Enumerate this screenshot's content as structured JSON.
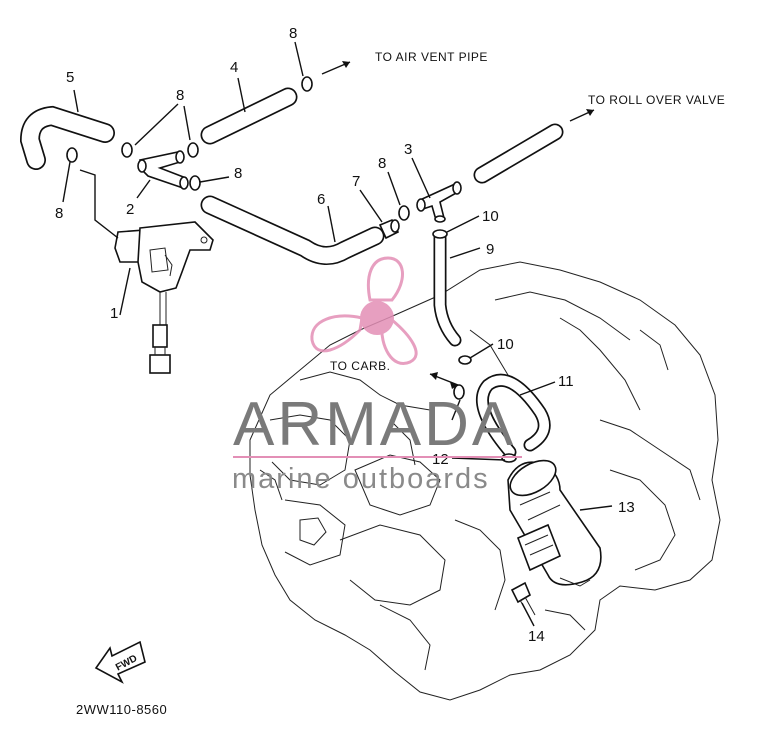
{
  "diagram": {
    "callouts": {
      "c1": "1",
      "c2": "2",
      "c3": "3",
      "c4": "4",
      "c5": "5",
      "c6": "6",
      "c7": "7",
      "c8a": "8",
      "c8b": "8",
      "c8c": "8",
      "c8d": "8",
      "c8e": "8",
      "c9": "9",
      "c10a": "10",
      "c10b": "10",
      "c11": "11",
      "c12": "12",
      "c13": "13",
      "c14": "14"
    },
    "notes": {
      "air_vent": "TO AIR VENT PIPE",
      "roll_over": "TO ROLL OVER VALVE",
      "carb": "TO CARB."
    },
    "fwd_label": "FWD",
    "diagram_code": "2WW110-8560"
  },
  "watermark": {
    "brand": "ARMADA",
    "tagline": "marine outboards",
    "logo_color": "#e38fb6",
    "text_color": "#7a7a7a",
    "line_color": "#e38fb6"
  }
}
